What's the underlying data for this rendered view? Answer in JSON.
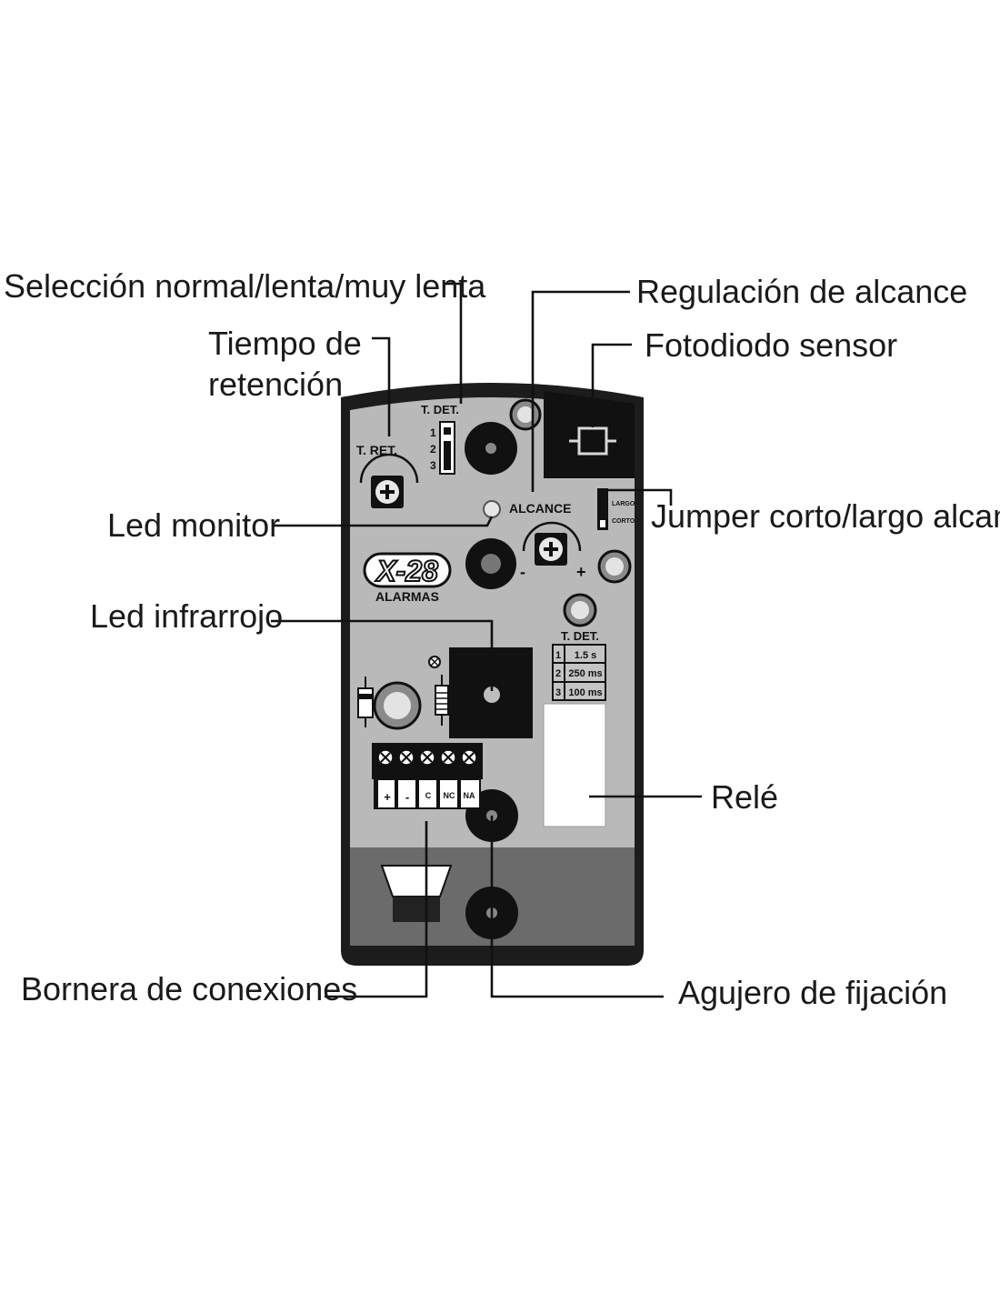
{
  "callouts": {
    "seleccion": "Selección normal/lenta/muy lenta",
    "tiempo_line1": "Tiempo de",
    "tiempo_line2": "retención",
    "regulacion": "Regulación de alcance",
    "fotodiodo": "Fotodiodo sensor",
    "led_monitor": "Led monitor",
    "jumper": "Jumper corto/largo alcance",
    "led_infrarrojo": "Led infrarrojo",
    "rele": "Relé",
    "bornera": "Bornera de conexiones",
    "agujero": "Agujero de fijación"
  },
  "board": {
    "t_ret": "T. RET.",
    "t_det": "T. DET.",
    "alcance": "ALCANCE",
    "minus": "-",
    "plus": "+",
    "largo": "LARGO",
    "corto": "CORTO",
    "logo": "X-28",
    "alarmas": "ALARMAS",
    "jumper_positions": [
      "1",
      "2",
      "3"
    ],
    "t_det_table": [
      {
        "n": "1",
        "value": "1.5 s"
      },
      {
        "n": "2",
        "value": "250 ms"
      },
      {
        "n": "3",
        "value": "100 ms"
      }
    ],
    "terminals": [
      "+",
      "-",
      "C",
      "NC",
      "NA"
    ]
  },
  "colors": {
    "housing": "#1c1c1c",
    "board": "#b9b9b9",
    "lower_panel": "#6b6b6b",
    "dark_block": "#111111",
    "line": "#111111"
  }
}
